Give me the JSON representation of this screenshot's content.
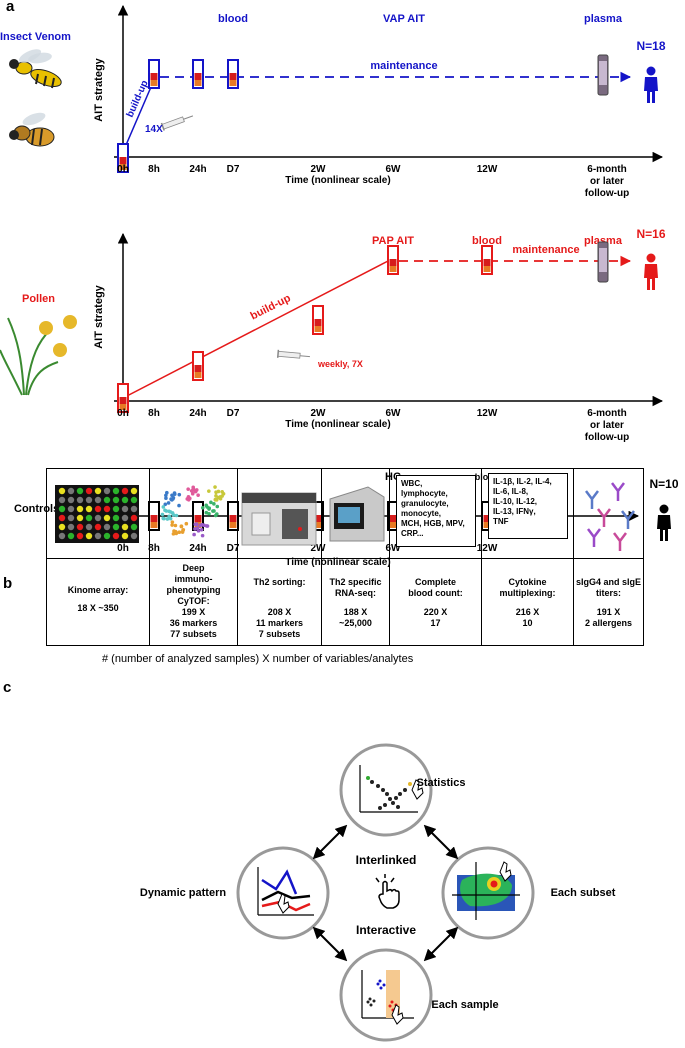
{
  "panel_a": {
    "letter": "a",
    "venom": {
      "group_label": "Insect Venom",
      "y_label": "AIT strategy",
      "top_labels": {
        "blood": "blood",
        "ait": "VAP AIT",
        "plasma": "plasma"
      },
      "buildup": "build-up",
      "dose": "14X",
      "maintenance": "maintenance",
      "n": "N=18",
      "ticks": [
        "0h",
        "8h",
        "24h",
        "D7",
        "2W",
        "6W",
        "12W"
      ],
      "last_tick": [
        "6-month",
        "or later",
        "follow-up"
      ],
      "x_label": "Time (nonlinear scale)"
    },
    "pollen": {
      "group_label": "Pollen",
      "y_label": "AIT strategy",
      "top_labels": {
        "ait": "PAP AIT",
        "blood": "blood",
        "plasma": "plasma"
      },
      "buildup": "build-up",
      "dose": "weekly, 7X",
      "maintenance": "maintenance",
      "n": "N=16",
      "ticks": [
        "0h",
        "8h",
        "24h",
        "D7",
        "2W",
        "6W",
        "12W"
      ],
      "last_tick": [
        "6-month",
        "or later",
        "follow-up"
      ],
      "x_label": "Time (nonlinear scale)"
    },
    "controls": {
      "group_label": "Controls",
      "top_labels": {
        "hc": "HC",
        "blood": "blood"
      },
      "n": "N=10",
      "ticks": [
        "0h",
        "8h",
        "24h",
        "D7",
        "2W",
        "6W",
        "12W"
      ],
      "x_label": "Time (nonlinear scale)"
    },
    "colors": {
      "venom": "#1414c8",
      "pollen": "#e51a1a",
      "controls": "#000000"
    }
  },
  "panel_b": {
    "letter": "b",
    "columns": [
      {
        "title": [
          "Kinome array:"
        ],
        "count": [
          "18 X ~350"
        ]
      },
      {
        "title": [
          "Deep",
          "immuno-",
          "phenotyping",
          "CyTOF:"
        ],
        "count": [
          "199 X",
          "36 markers",
          "77 subsets"
        ]
      },
      {
        "title": [
          "Th2 sorting:"
        ],
        "count": [
          "208 X",
          "11 markers",
          "7 subsets"
        ]
      },
      {
        "title": [
          "Th2 specific",
          "RNA-seq:"
        ],
        "count": [
          "188 X",
          "~25,000"
        ]
      },
      {
        "title": [
          "Complete",
          "blood count:"
        ],
        "count": [
          "220 X",
          "17"
        ],
        "box": [
          "WBC,",
          "lymphocyte,",
          "granulocyte,",
          "monocyte,",
          "MCH, HGB, MPV,",
          "CRP..."
        ]
      },
      {
        "title": [
          "Cytokine",
          "multiplexing:"
        ],
        "count": [
          "216 X",
          "10"
        ],
        "box": [
          "IL-1β, IL-2, IL-4,",
          "IL-6, IL-8,",
          "IL-10, IL-12,",
          "IL-13, IFNγ,",
          "TNF"
        ]
      },
      {
        "title": [
          "sIgG4 and sIgE",
          "titers:"
        ],
        "count": [
          "191 X",
          "2 allergens"
        ]
      }
    ],
    "footnote": "# (number of analyzed samples) X number of variables/analytes"
  },
  "panel_c": {
    "letter": "c",
    "statistics": "Statistics",
    "dynamic": "Dynamic pattern",
    "subset": "Each subset",
    "sample": "Each sample",
    "interlinked": "Interlinked",
    "interactive": "Interactive"
  }
}
